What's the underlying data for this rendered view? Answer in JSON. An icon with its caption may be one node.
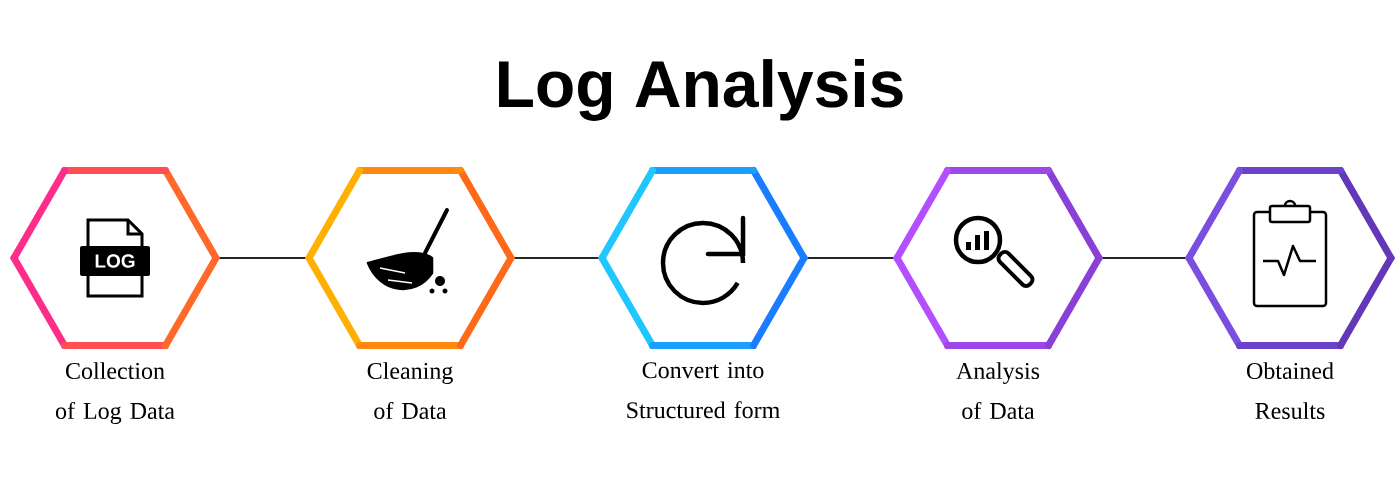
{
  "diagram": {
    "title": "Log Analysis",
    "nodes": [
      {
        "text": [],
        "shape": "hexagon",
        "beside": [
          "Collection of Log Data"
        ]
      },
      {
        "text": [],
        "shape": "hexagon",
        "beside": [
          "Cleaning of Data"
        ]
      },
      {
        "text": [],
        "shape": "hexagon",
        "beside": [
          "Convert into Structured form"
        ]
      },
      {
        "text": [],
        "shape": "hexagon",
        "beside": [
          "Analysis of Data"
        ]
      },
      {
        "text": [],
        "shape": "hexagon",
        "beside": [
          "Obtained Results"
        ]
      }
    ],
    "edges": [
      {
        "from": 0,
        "to": 1,
        "arrow": "none"
      },
      {
        "from": 1,
        "to": 2,
        "arrow": "none"
      },
      {
        "from": 2,
        "to": 3,
        "arrow": "none"
      },
      {
        "from": 3,
        "to": 4,
        "arrow": "none"
      }
    ],
    "labels": [
      "LOG"
    ]
  }
}
